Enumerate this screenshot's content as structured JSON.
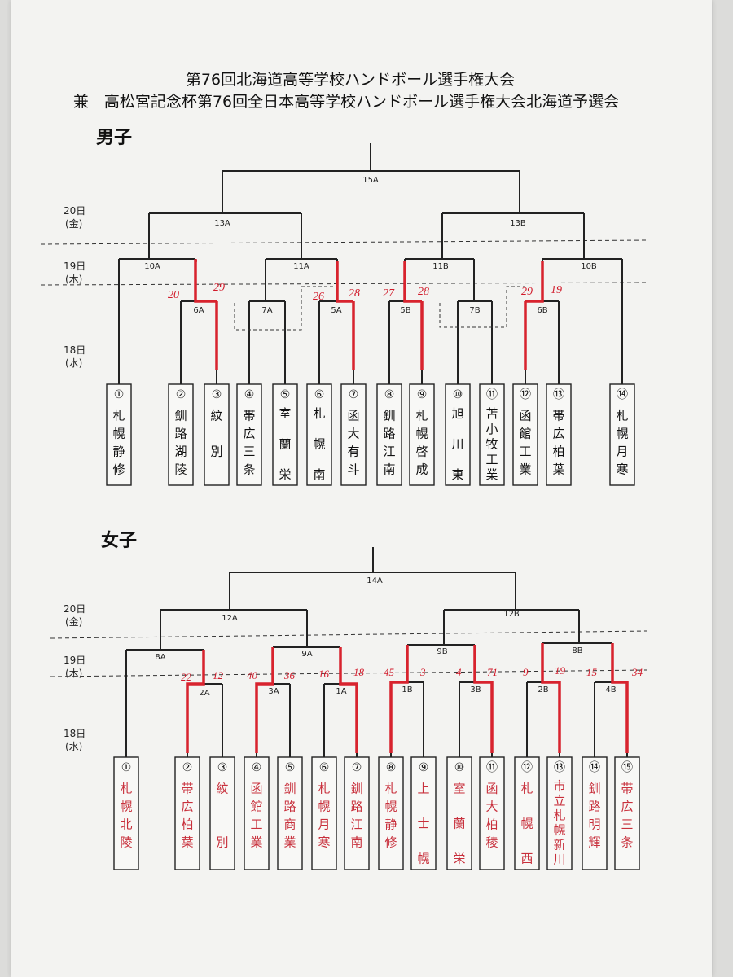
{
  "title_line1": "第76回北海道高等学校ハンドボール選手権大会",
  "title_line2": "兼　高松宮記念杯第76回全日本高等学校ハンドボール選手権大会北海道予選会",
  "days": {
    "d20": "20日",
    "d20w": "(金)",
    "d19": "19日",
    "d19w": "(木)",
    "d18": "18日",
    "d18w": "(水)"
  },
  "boys": {
    "label": "男子",
    "teams": [
      {
        "no": "①",
        "name": "札幌静修"
      },
      {
        "no": "②",
        "name": "釧路湖陵"
      },
      {
        "no": "③",
        "name": "紋　別"
      },
      {
        "no": "④",
        "name": "帯広三条"
      },
      {
        "no": "⑤",
        "name": "室　蘭　栄"
      },
      {
        "no": "⑥",
        "name": "札　幌　南"
      },
      {
        "no": "⑦",
        "name": "函大有斗"
      },
      {
        "no": "⑧",
        "name": "釧路江南"
      },
      {
        "no": "⑨",
        "name": "札幌啓成"
      },
      {
        "no": "⑩",
        "name": "旭　川　東"
      },
      {
        "no": "⑪",
        "name": "苫小牧工業"
      },
      {
        "no": "⑫",
        "name": "函館工業"
      },
      {
        "no": "⑬",
        "name": "帯広柏葉"
      },
      {
        "no": "⑭",
        "name": "札幌月寒"
      }
    ],
    "matches": {
      "m15A": "15A",
      "m13A": "13A",
      "m13B": "13B",
      "m10A": "10A",
      "m11A": "11A",
      "m11B": "11B",
      "m10B": "10B",
      "m6A": "6A",
      "m7A": "7A",
      "m5A": "5A",
      "m5B": "5B",
      "m7B": "7B",
      "m6B": "6B"
    },
    "scores": {
      "s6A_l": "20",
      "s6A_r": "29",
      "s5A_l": "26",
      "s5A_r": "28",
      "s5B_l": "27",
      "s5B_r": "28",
      "s6B_l": "29",
      "s6B_r": "19"
    }
  },
  "girls": {
    "label": "女子",
    "teams": [
      {
        "no": "①",
        "name": "札幌北陵"
      },
      {
        "no": "②",
        "name": "帯広柏葉"
      },
      {
        "no": "③",
        "name": "紋　　別"
      },
      {
        "no": "④",
        "name": "函館工業"
      },
      {
        "no": "⑤",
        "name": "釧路商業"
      },
      {
        "no": "⑥",
        "name": "札幌月寒"
      },
      {
        "no": "⑦",
        "name": "釧路江南"
      },
      {
        "no": "⑧",
        "name": "札幌静修"
      },
      {
        "no": "⑨",
        "name": "上　士　幌"
      },
      {
        "no": "⑩",
        "name": "室　蘭　栄"
      },
      {
        "no": "⑪",
        "name": "函大柏稜"
      },
      {
        "no": "⑫",
        "name": "札　幌　西"
      },
      {
        "no": "⑬",
        "name": "市立札幌新川"
      },
      {
        "no": "⑭",
        "name": "釧路明輝"
      },
      {
        "no": "⑮",
        "name": "帯広三条"
      }
    ],
    "matches": {
      "m14A": "14A",
      "m12A": "12A",
      "m12B": "12B",
      "m8A": "8A",
      "m9A": "9A",
      "m9B": "9B",
      "m8B": "8B",
      "m2A": "2A",
      "m3A": "3A",
      "m1A": "1A",
      "m1B": "1B",
      "m3B": "3B",
      "m2B": "2B",
      "m4B": "4B"
    },
    "scores": {
      "s2A_l": "22",
      "s2A_r": "12",
      "s3A_l": "40",
      "s3A_r": "36",
      "s1A_l": "16",
      "s1A_r": "18",
      "s1B_l": "45",
      "s1B_r": "3",
      "s3B_l": "4",
      "s3B_r": "71",
      "s2B_l": "9",
      "s2B_r": "19",
      "s4B_l": "15",
      "s4B_r": "34"
    }
  }
}
